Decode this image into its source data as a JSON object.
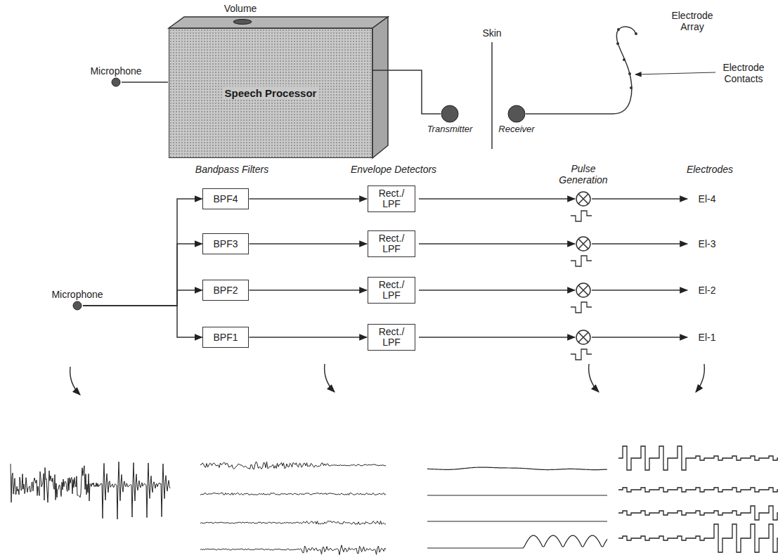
{
  "diagram": {
    "nodes": [
      {
        "text": [
          "Microphone"
        ]
      },
      {
        "text": [
          "Speech Processor"
        ]
      },
      {
        "text": [
          "Transmitter"
        ]
      },
      {
        "text": [
          "Receiver"
        ]
      },
      {
        "text": [
          "Microphone"
        ]
      },
      {
        "text": [
          "BPF4"
        ]
      },
      {
        "text": [
          "BPF3"
        ]
      },
      {
        "text": [
          "BPF2"
        ]
      },
      {
        "text": [
          "BPF1"
        ]
      },
      {
        "text": [
          "Rect./ LPF"
        ]
      },
      {
        "text": [
          "Rect./ LPF"
        ]
      },
      {
        "text": [
          "Rect./ LPF"
        ]
      },
      {
        "text": [
          "Rect./ LPF"
        ]
      }
    ],
    "edges": [
      {
        "from": 0,
        "to": 1,
        "arrow": "none"
      },
      {
        "from": 1,
        "to": 2,
        "arrow": "none"
      },
      {
        "from": 4,
        "to": 5,
        "arrow": "to"
      },
      {
        "from": 4,
        "to": 6,
        "arrow": "to"
      },
      {
        "from": 4,
        "to": 7,
        "arrow": "to"
      },
      {
        "from": 4,
        "to": 8,
        "arrow": "to"
      },
      {
        "from": 5,
        "to": 9,
        "arrow": "to"
      },
      {
        "from": 6,
        "to": 10,
        "arrow": "to"
      },
      {
        "from": 7,
        "to": 11,
        "arrow": "to"
      },
      {
        "from": 8,
        "to": 12,
        "arrow": "to"
      }
    ],
    "labels": [
      "Volume",
      "Skin",
      "Electrode Array",
      "Electrode Contacts",
      "Bandpass Filters",
      "Envelope Detectors",
      "Pulse Generation",
      "Electrodes",
      "El-4",
      "El-3",
      "El-2",
      "El-1"
    ]
  }
}
